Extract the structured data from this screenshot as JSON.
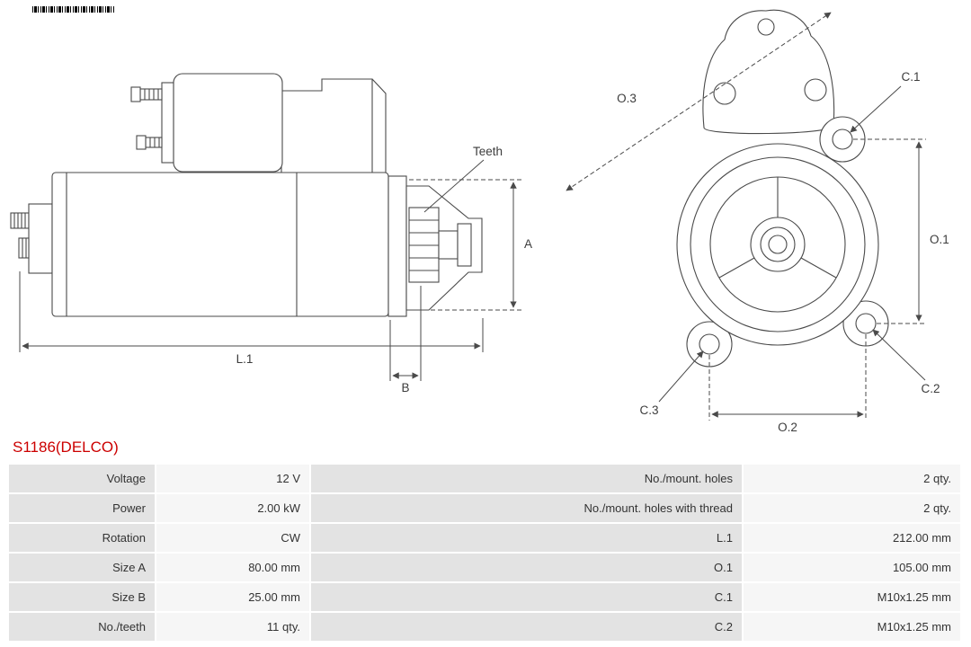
{
  "part_number": "S1186(DELCO)",
  "icons": {
    "barcode": "barcode"
  },
  "diagram": {
    "labels": {
      "teeth": "Teeth",
      "a": "A",
      "b": "B",
      "l1": "L.1",
      "o1": "O.1",
      "o2": "O.2",
      "o3": "O.3",
      "c1": "C.1",
      "c2": "C.2",
      "c3": "C.3"
    }
  },
  "table": {
    "rows": [
      {
        "label1": "Voltage",
        "value1": "12 V",
        "label2": "No./mount. holes",
        "value2": "2 qty."
      },
      {
        "label1": "Power",
        "value1": "2.00 kW",
        "label2": "No./mount. holes with thread",
        "value2": "2 qty."
      },
      {
        "label1": "Rotation",
        "value1": "CW",
        "label2": "L.1",
        "value2": "212.00 mm"
      },
      {
        "label1": "Size A",
        "value1": "80.00 mm",
        "label2": "O.1",
        "value2": "105.00 mm"
      },
      {
        "label1": "Size B",
        "value1": "25.00 mm",
        "label2": "C.1",
        "value2": "M10x1.25 mm"
      },
      {
        "label1": "No./teeth",
        "value1": "11 qty.",
        "label2": "C.2",
        "value2": "M10x1.25 mm"
      }
    ]
  },
  "colors": {
    "part_number_red": "#cc0000",
    "table_label_bg": "#e3e3e3",
    "table_value_bg": "#f6f6f6",
    "line_color": "#4a4a4a",
    "text_color": "#333333"
  }
}
